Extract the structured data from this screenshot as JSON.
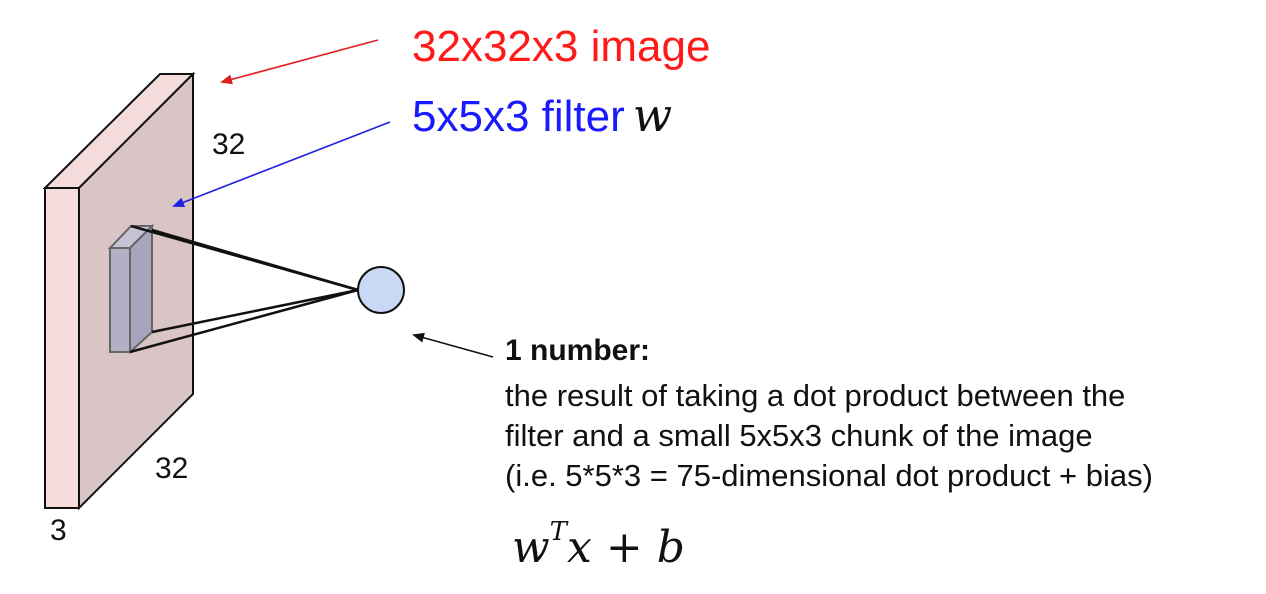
{
  "labels": {
    "image": "32x32x3 image",
    "filter": "5x5x3 filter",
    "filter_symbol": "w",
    "height": "32",
    "width": "32",
    "depth": "3"
  },
  "output": {
    "heading": "1 number:",
    "lines": [
      "the result of taking a dot product between the",
      "filter and a small 5x5x3 chunk of the image",
      "(i.e. 5*5*3 = 75-dimensional dot product + bias)"
    ]
  },
  "formula": {
    "base": "w",
    "superscript": "T",
    "rest_var": "x",
    "op": "+",
    "bias": "b"
  },
  "colors": {
    "image_label": "#ff1a1a",
    "filter_label": "#1a1aff",
    "volume_face": "#d9c5c5",
    "volume_edge": "#f5dcdc",
    "filter_face": "#b3afc4",
    "neuron_fill": "#c8d8f5"
  }
}
